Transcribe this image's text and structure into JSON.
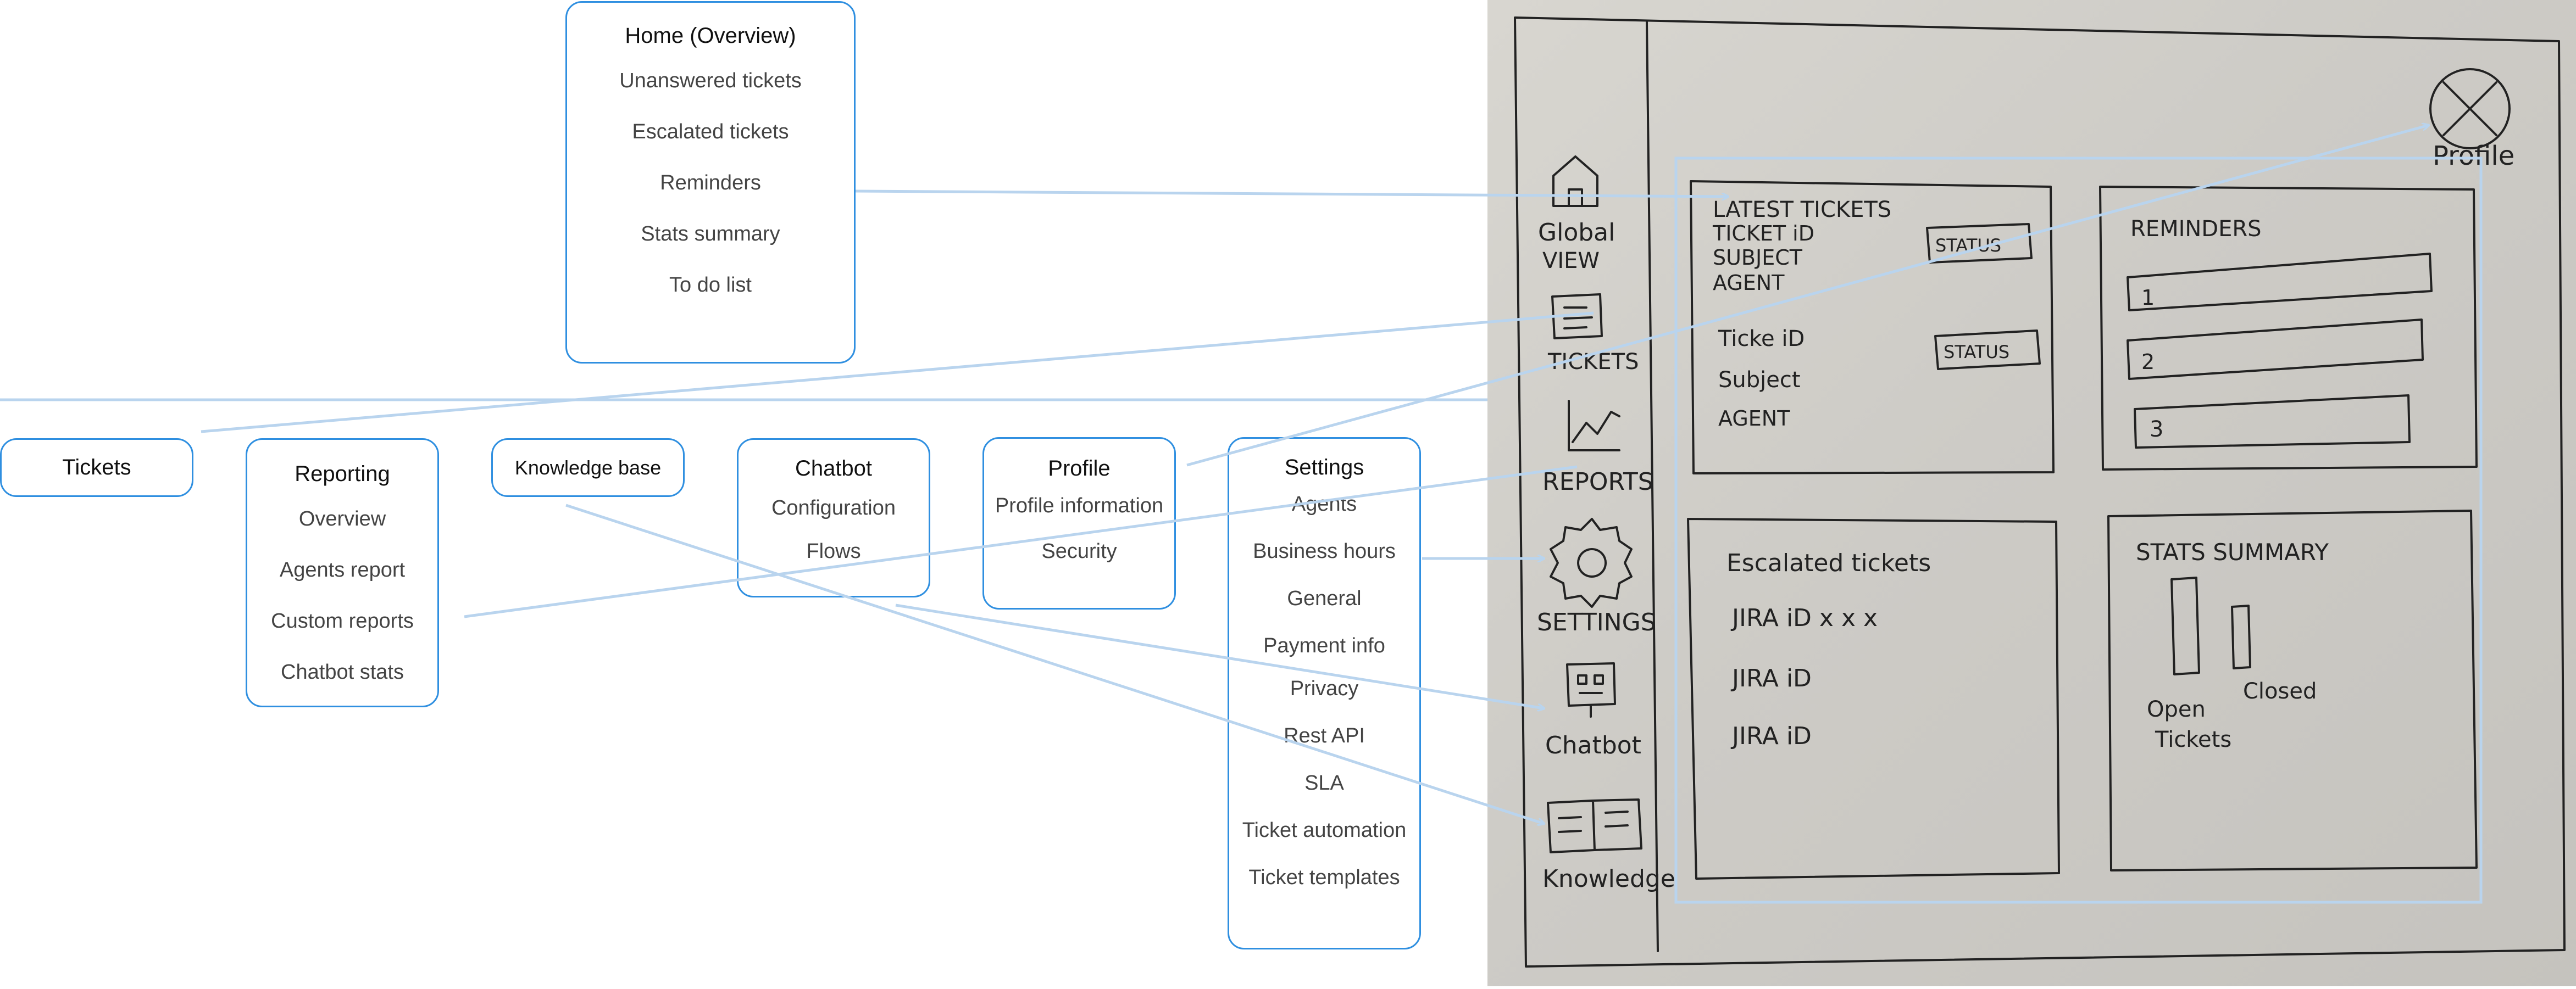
{
  "home": {
    "title": "Home (Overview)",
    "items": [
      "Unanswered tickets",
      "Escalated tickets",
      "Reminders",
      "Stats summary",
      "To do list"
    ]
  },
  "tickets": {
    "title": "Tickets"
  },
  "reporting": {
    "title": "Reporting",
    "items": [
      "Overview",
      "Agents report",
      "Custom reports",
      "Chatbot stats"
    ]
  },
  "knowledge": {
    "title": "Knowledge base"
  },
  "chatbot": {
    "title": "Chatbot",
    "items": [
      "Configuration",
      "Flows"
    ]
  },
  "profile": {
    "title": "Profile",
    "items": [
      "Profile information",
      "Security"
    ]
  },
  "settings": {
    "title": "Settings",
    "items": [
      "Agents",
      "Business hours",
      "General",
      "Payment info",
      "Privacy",
      "Rest API",
      "SLA",
      "Ticket automation",
      "Ticket templates"
    ]
  },
  "sketch": {
    "nav": {
      "global_view_1": "Global",
      "global_view_2": "VIEW",
      "tickets": "TICKETS",
      "reports": "REPORTS",
      "settings": "SETTINGS",
      "chatbot": "Chatbot",
      "knowledge": "Knowledge"
    },
    "profile_label": "Profile",
    "latest": {
      "title": "LATEST TICKETS",
      "row1": [
        "TICKET iD",
        "SUBJECT",
        "AGENT"
      ],
      "row2": [
        "Ticke iD",
        "Subject",
        "AGENT"
      ],
      "status": "STATUS"
    },
    "reminders": {
      "title": "REMINDERS",
      "items": [
        "1",
        "2",
        "3"
      ]
    },
    "escalated": {
      "title": "Escalated tickets",
      "items": [
        "JIRA iD  x x x",
        "JIRA iD",
        "JIRA iD"
      ]
    },
    "stats": {
      "title": "STATS SUMMARY",
      "open_1": "Open",
      "open_2": "Tickets",
      "closed": "Closed"
    }
  },
  "colors": {
    "box_border": "#2f8fe0",
    "connector": "#b9d4ee",
    "paper": "#d0cec9",
    "ink": "#222222"
  }
}
